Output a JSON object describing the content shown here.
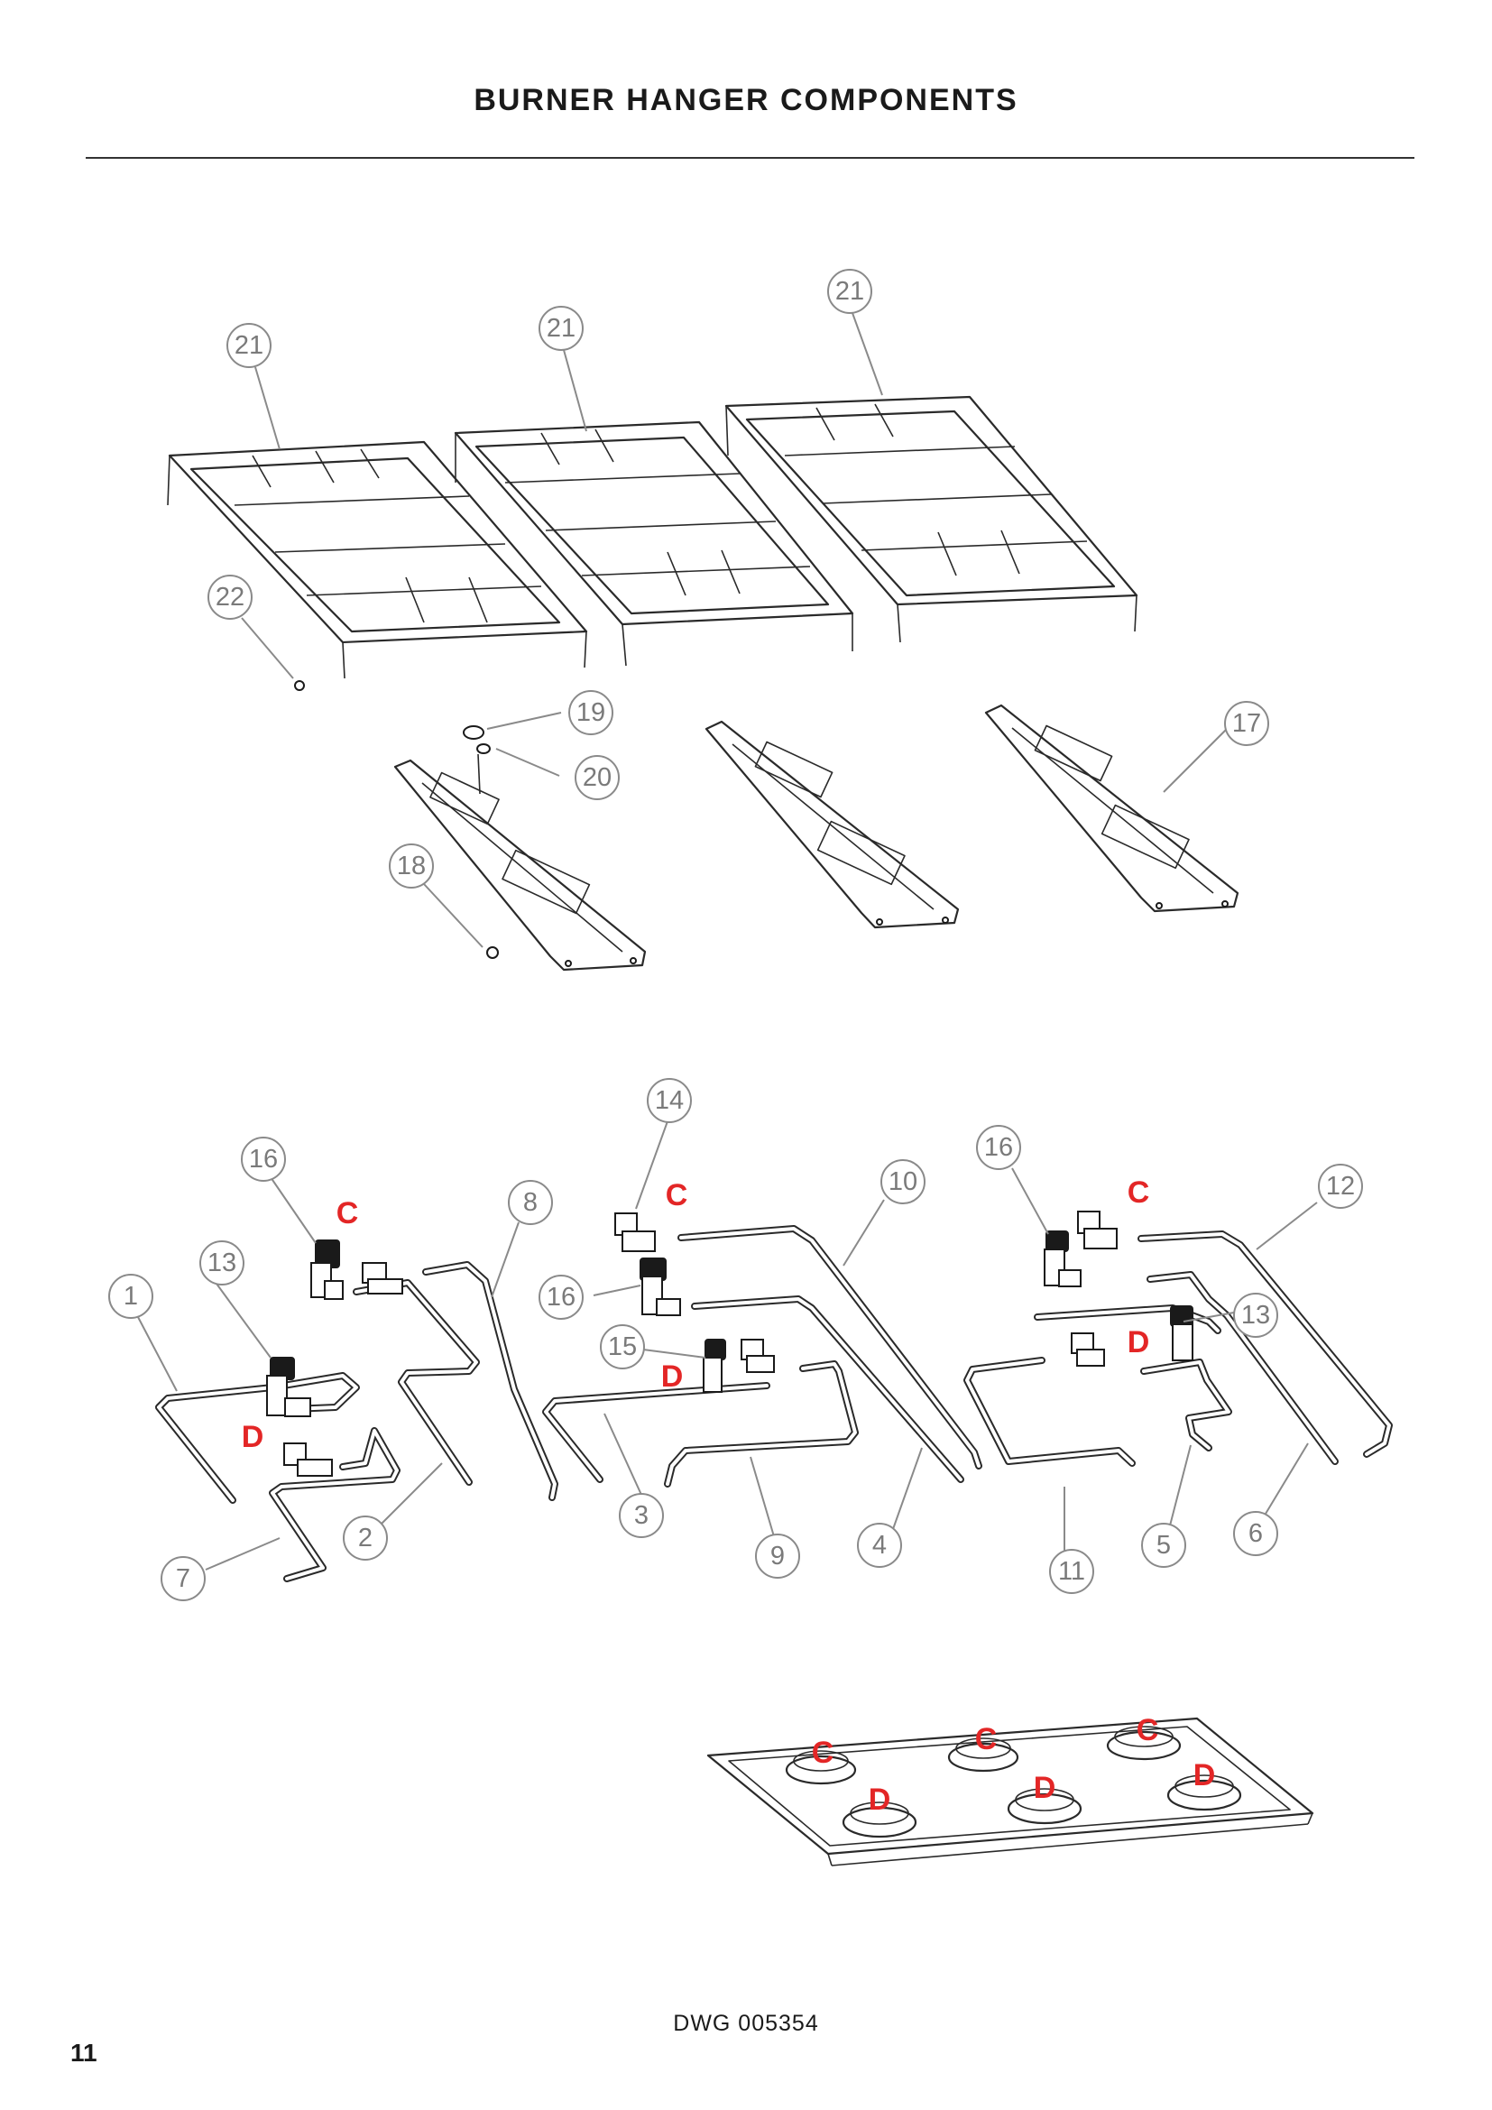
{
  "page": {
    "title": "BURNER HANGER COMPONENTS",
    "drawing_number": "DWG 005354",
    "page_number": "11"
  },
  "colors": {
    "ink": "#2a2a2a",
    "callout": "#8a8a8a",
    "marker": "#e32626"
  },
  "callouts": [
    {
      "id": "c21a",
      "label": "21"
    },
    {
      "id": "c21b",
      "label": "21"
    },
    {
      "id": "c21c",
      "label": "21"
    },
    {
      "id": "c22",
      "label": "22"
    },
    {
      "id": "c19",
      "label": "19"
    },
    {
      "id": "c20",
      "label": "20"
    },
    {
      "id": "c17",
      "label": "17"
    },
    {
      "id": "c18",
      "label": "18"
    },
    {
      "id": "c14",
      "label": "14"
    },
    {
      "id": "c16a",
      "label": "16"
    },
    {
      "id": "c16b",
      "label": "16"
    },
    {
      "id": "c16c",
      "label": "16"
    },
    {
      "id": "c13a",
      "label": "13"
    },
    {
      "id": "c13b",
      "label": "13"
    },
    {
      "id": "c15",
      "label": "15"
    },
    {
      "id": "c1",
      "label": "1"
    },
    {
      "id": "c2",
      "label": "2"
    },
    {
      "id": "c3",
      "label": "3"
    },
    {
      "id": "c4",
      "label": "4"
    },
    {
      "id": "c5",
      "label": "5"
    },
    {
      "id": "c6",
      "label": "6"
    },
    {
      "id": "c7",
      "label": "7"
    },
    {
      "id": "c8",
      "label": "8"
    },
    {
      "id": "c9",
      "label": "9"
    },
    {
      "id": "c10",
      "label": "10"
    },
    {
      "id": "c11",
      "label": "11"
    },
    {
      "id": "c12",
      "label": "12"
    }
  ],
  "markers": {
    "C": "C",
    "D": "D"
  }
}
